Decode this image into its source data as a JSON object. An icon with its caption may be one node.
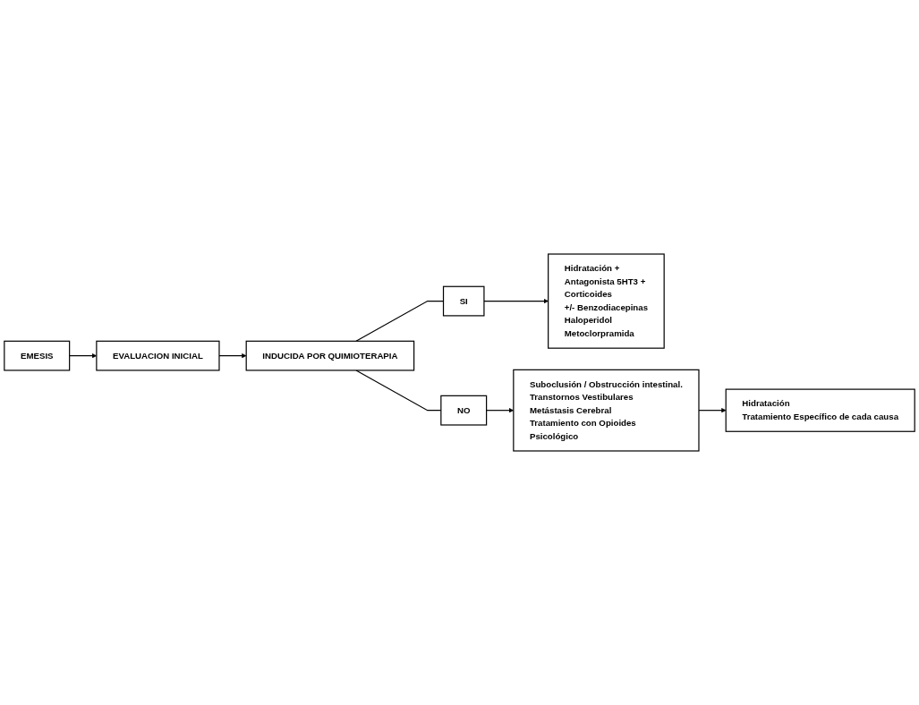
{
  "diagram": {
    "nodes": [
      {
        "text": [
          "EMESIS"
        ]
      },
      {
        "text": [
          "EVALUACION INICIAL"
        ]
      },
      {
        "text": [
          "INDUCIDA POR QUIMIOTERAPIA"
        ]
      },
      {
        "text": [
          "SI"
        ]
      },
      {
        "text": [
          "Hidratación +",
          "Antagonista 5HT3 +",
          "Corticoides",
          "+/- Benzodiacepinas",
          "Haloperidol",
          "Metoclorpramida"
        ]
      },
      {
        "text": [
          "NO"
        ]
      },
      {
        "text": [
          "Suboclusión / Obstrucción intestinal.",
          "Transtornos Vestibulares",
          "Metástasis Cerebral",
          "Tratamiento con Opioides",
          "Psicológico"
        ]
      },
      {
        "text": [
          "Hidratación",
          "Tratamiento Específico de cada causa"
        ]
      }
    ],
    "edges": [
      {
        "from": 0,
        "to": 1,
        "arrow": "to"
      },
      {
        "from": 1,
        "to": 2,
        "arrow": "to"
      },
      {
        "from": 2,
        "to": 3,
        "arrow": "none"
      },
      {
        "from": 3,
        "to": 4,
        "arrow": "to"
      },
      {
        "from": 2,
        "to": 5,
        "arrow": "none"
      },
      {
        "from": 5,
        "to": 6,
        "arrow": "to"
      },
      {
        "from": 6,
        "to": 7,
        "arrow": "to"
      }
    ]
  }
}
